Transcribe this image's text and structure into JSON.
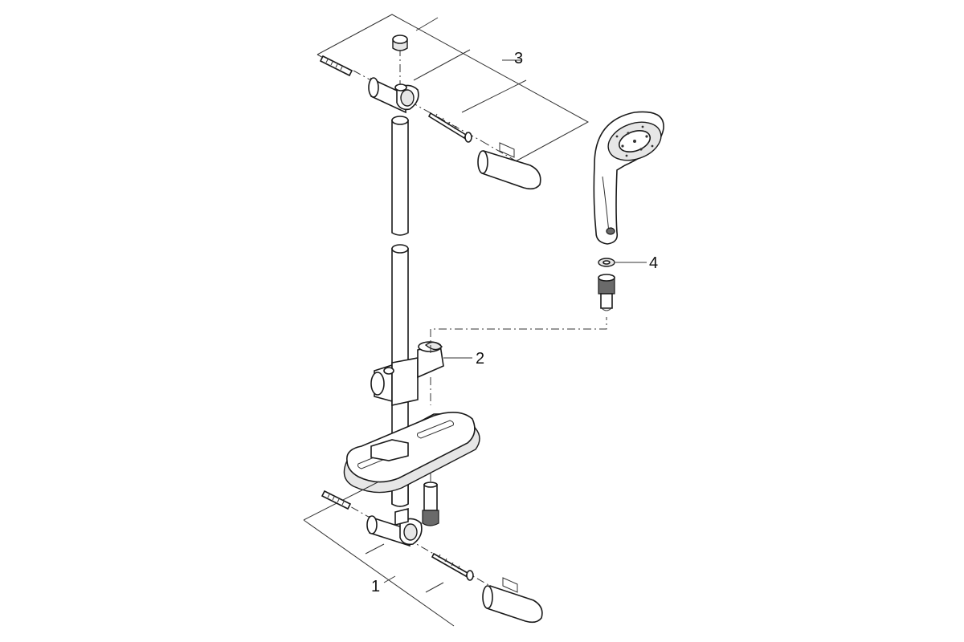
{
  "callouts": {
    "wall_bracket_bottom": "1",
    "slider": "2",
    "wall_bracket_top": "3",
    "washer": "4"
  }
}
